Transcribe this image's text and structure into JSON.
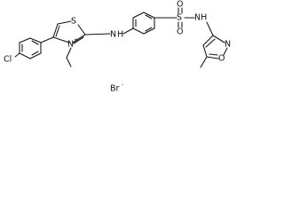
{
  "molecule": {
    "ring_atom_n_plus": "N",
    "charge_plus": "+",
    "sulfur_thiazole": "S",
    "chlorine": "Cl",
    "nh_amine": "N",
    "h_amine": "H",
    "sulfonyl_s": "S",
    "sulfonyl_o_top": "O",
    "sulfonyl_o_bottom": "O",
    "nh_sulfonamide": "NH",
    "isoxazole_n": "N",
    "isoxazole_o": "O",
    "counter_ion": "Br",
    "counter_ion_charge": "-"
  }
}
